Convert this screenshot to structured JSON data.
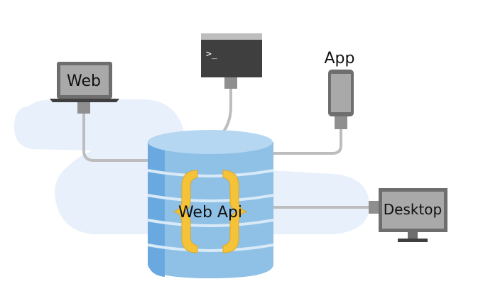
{
  "diagram": {
    "api": {
      "label": "Web Api"
    },
    "clients": [
      {
        "id": "web",
        "label": "Web",
        "device": "laptop"
      },
      {
        "id": "terminal",
        "label": "",
        "device": "terminal",
        "prompt": ">_"
      },
      {
        "id": "app",
        "label": "App",
        "device": "phone"
      },
      {
        "id": "desktop",
        "label": "Desktop",
        "device": "monitor"
      }
    ]
  },
  "colors": {
    "cloud": "#e8f0fb",
    "cylinder_body": "#8fc0e6",
    "cylinder_top": "#b6d7f1",
    "cylinder_side": "#6aa9e0",
    "bands": "#d8eaf8",
    "braces": "#f5c33a",
    "device_frame": "#6e6e6e",
    "device_screen": "#a9a9a9",
    "terminal": "#3f3f3f",
    "connector": "#8f8f8f",
    "cable": "#bdbdbd"
  },
  "icons": [
    "laptop-icon",
    "terminal-icon",
    "phone-icon",
    "monitor-icon",
    "database-icon",
    "curly-braces-icon"
  ]
}
